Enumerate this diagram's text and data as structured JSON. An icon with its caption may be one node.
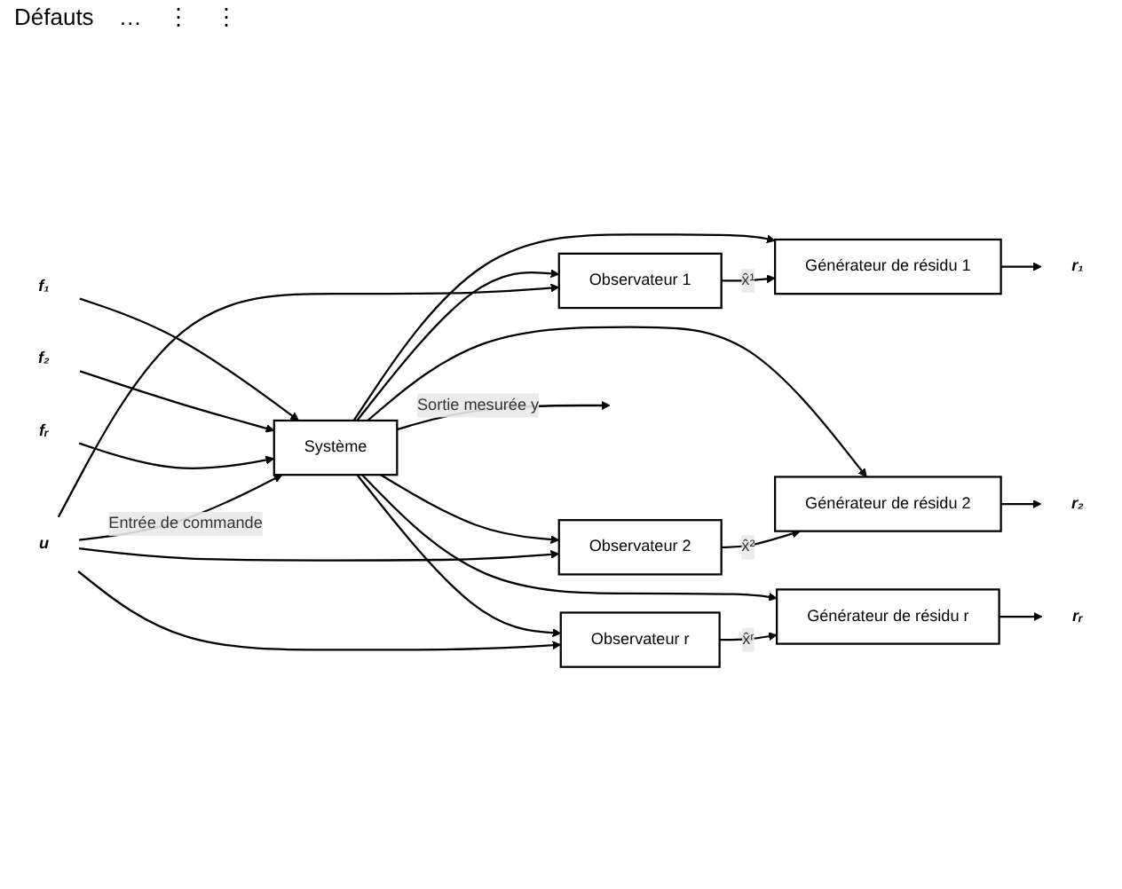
{
  "diagram": {
    "nodes": [
      {
        "text": [
          "f₁"
        ]
      },
      {
        "text": [
          "f₂"
        ]
      },
      {
        "text": [
          "fᵣ"
        ]
      },
      {
        "text": [
          "u"
        ]
      },
      {
        "text": [
          "Système"
        ]
      },
      {
        "text": [
          "Observateur 1"
        ]
      },
      {
        "text": [
          "Générateur de résidu 1"
        ]
      },
      {
        "text": [
          "r₁"
        ]
      },
      {
        "text": [
          "Observateur 2"
        ]
      },
      {
        "text": [
          "Générateur de résidu 2"
        ]
      },
      {
        "text": [
          "r₂"
        ]
      },
      {
        "text": [
          "Observateur r"
        ]
      },
      {
        "text": [
          "Générateur de résidu r"
        ]
      },
      {
        "text": [
          "rᵣ"
        ]
      }
    ],
    "edges": [
      {
        "from": 0,
        "to": 4,
        "arrow": "to"
      },
      {
        "from": 1,
        "to": 4,
        "arrow": "to"
      },
      {
        "from": 2,
        "to": 4,
        "arrow": "to"
      },
      {
        "from": 3,
        "to": 4,
        "arrow": "to",
        "label": "Entrée de commande"
      },
      {
        "from": 4,
        "to": null,
        "arrow": "to",
        "label": "Sortie mesurée y"
      },
      {
        "from": 4,
        "to": 6,
        "arrow": "to"
      },
      {
        "from": 4,
        "to": 5,
        "arrow": "to"
      },
      {
        "from": 3,
        "to": 5,
        "arrow": "to"
      },
      {
        "from": 5,
        "to": 6,
        "arrow": "to",
        "label": "x̂¹"
      },
      {
        "from": 6,
        "to": 7,
        "arrow": "to"
      },
      {
        "from": 4,
        "to": 9,
        "arrow": "to"
      },
      {
        "from": 4,
        "to": 8,
        "arrow": "to"
      },
      {
        "from": 3,
        "to": 8,
        "arrow": "to"
      },
      {
        "from": 8,
        "to": 9,
        "arrow": "to",
        "label": "x̂²"
      },
      {
        "from": 9,
        "to": 10,
        "arrow": "to"
      },
      {
        "from": 4,
        "to": 12,
        "arrow": "to"
      },
      {
        "from": 4,
        "to": 11,
        "arrow": "to"
      },
      {
        "from": 3,
        "to": 11,
        "arrow": "to"
      },
      {
        "from": 11,
        "to": 12,
        "arrow": "to",
        "label": "x̂ʳ"
      },
      {
        "from": 12,
        "to": 13,
        "arrow": "to"
      }
    ],
    "labels": [
      "Défauts",
      "…",
      "⋮",
      "⋮"
    ]
  }
}
